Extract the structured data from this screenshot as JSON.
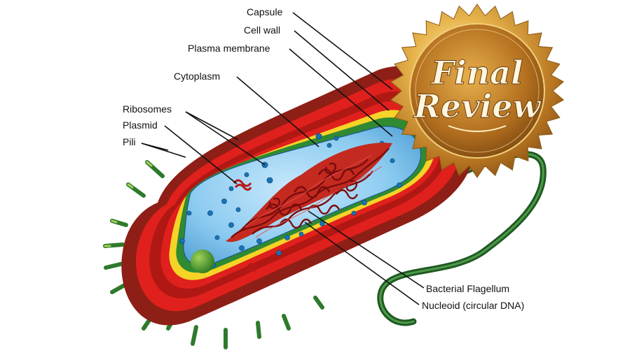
{
  "labels": {
    "capsule": "Capsule",
    "cell_wall": "Cell wall",
    "plasma_membrane": "Plasma membrane",
    "cytoplasm": "Cytoplasm",
    "ribosomes": "Ribosomes",
    "plasmid": "Plasmid",
    "pili": "Pili",
    "bacterial_flagellum": "Bacterial Flagellum",
    "nucleoid": "Nucleoid (circular DNA)"
  },
  "seal": {
    "line1": "Final",
    "line2": "Review"
  },
  "colors": {
    "capsule": "#8e1f16",
    "cell_wall": "#e0201c",
    "inner_yellow": "#f5d327",
    "membrane_green": "#2f8a32",
    "cytoplasm": "#7ec3ec",
    "nucleoid": "#9b1414",
    "pili": "#2e7a2c",
    "flagellum": "#1f5a23",
    "seal_gold": "#c88a2a"
  }
}
